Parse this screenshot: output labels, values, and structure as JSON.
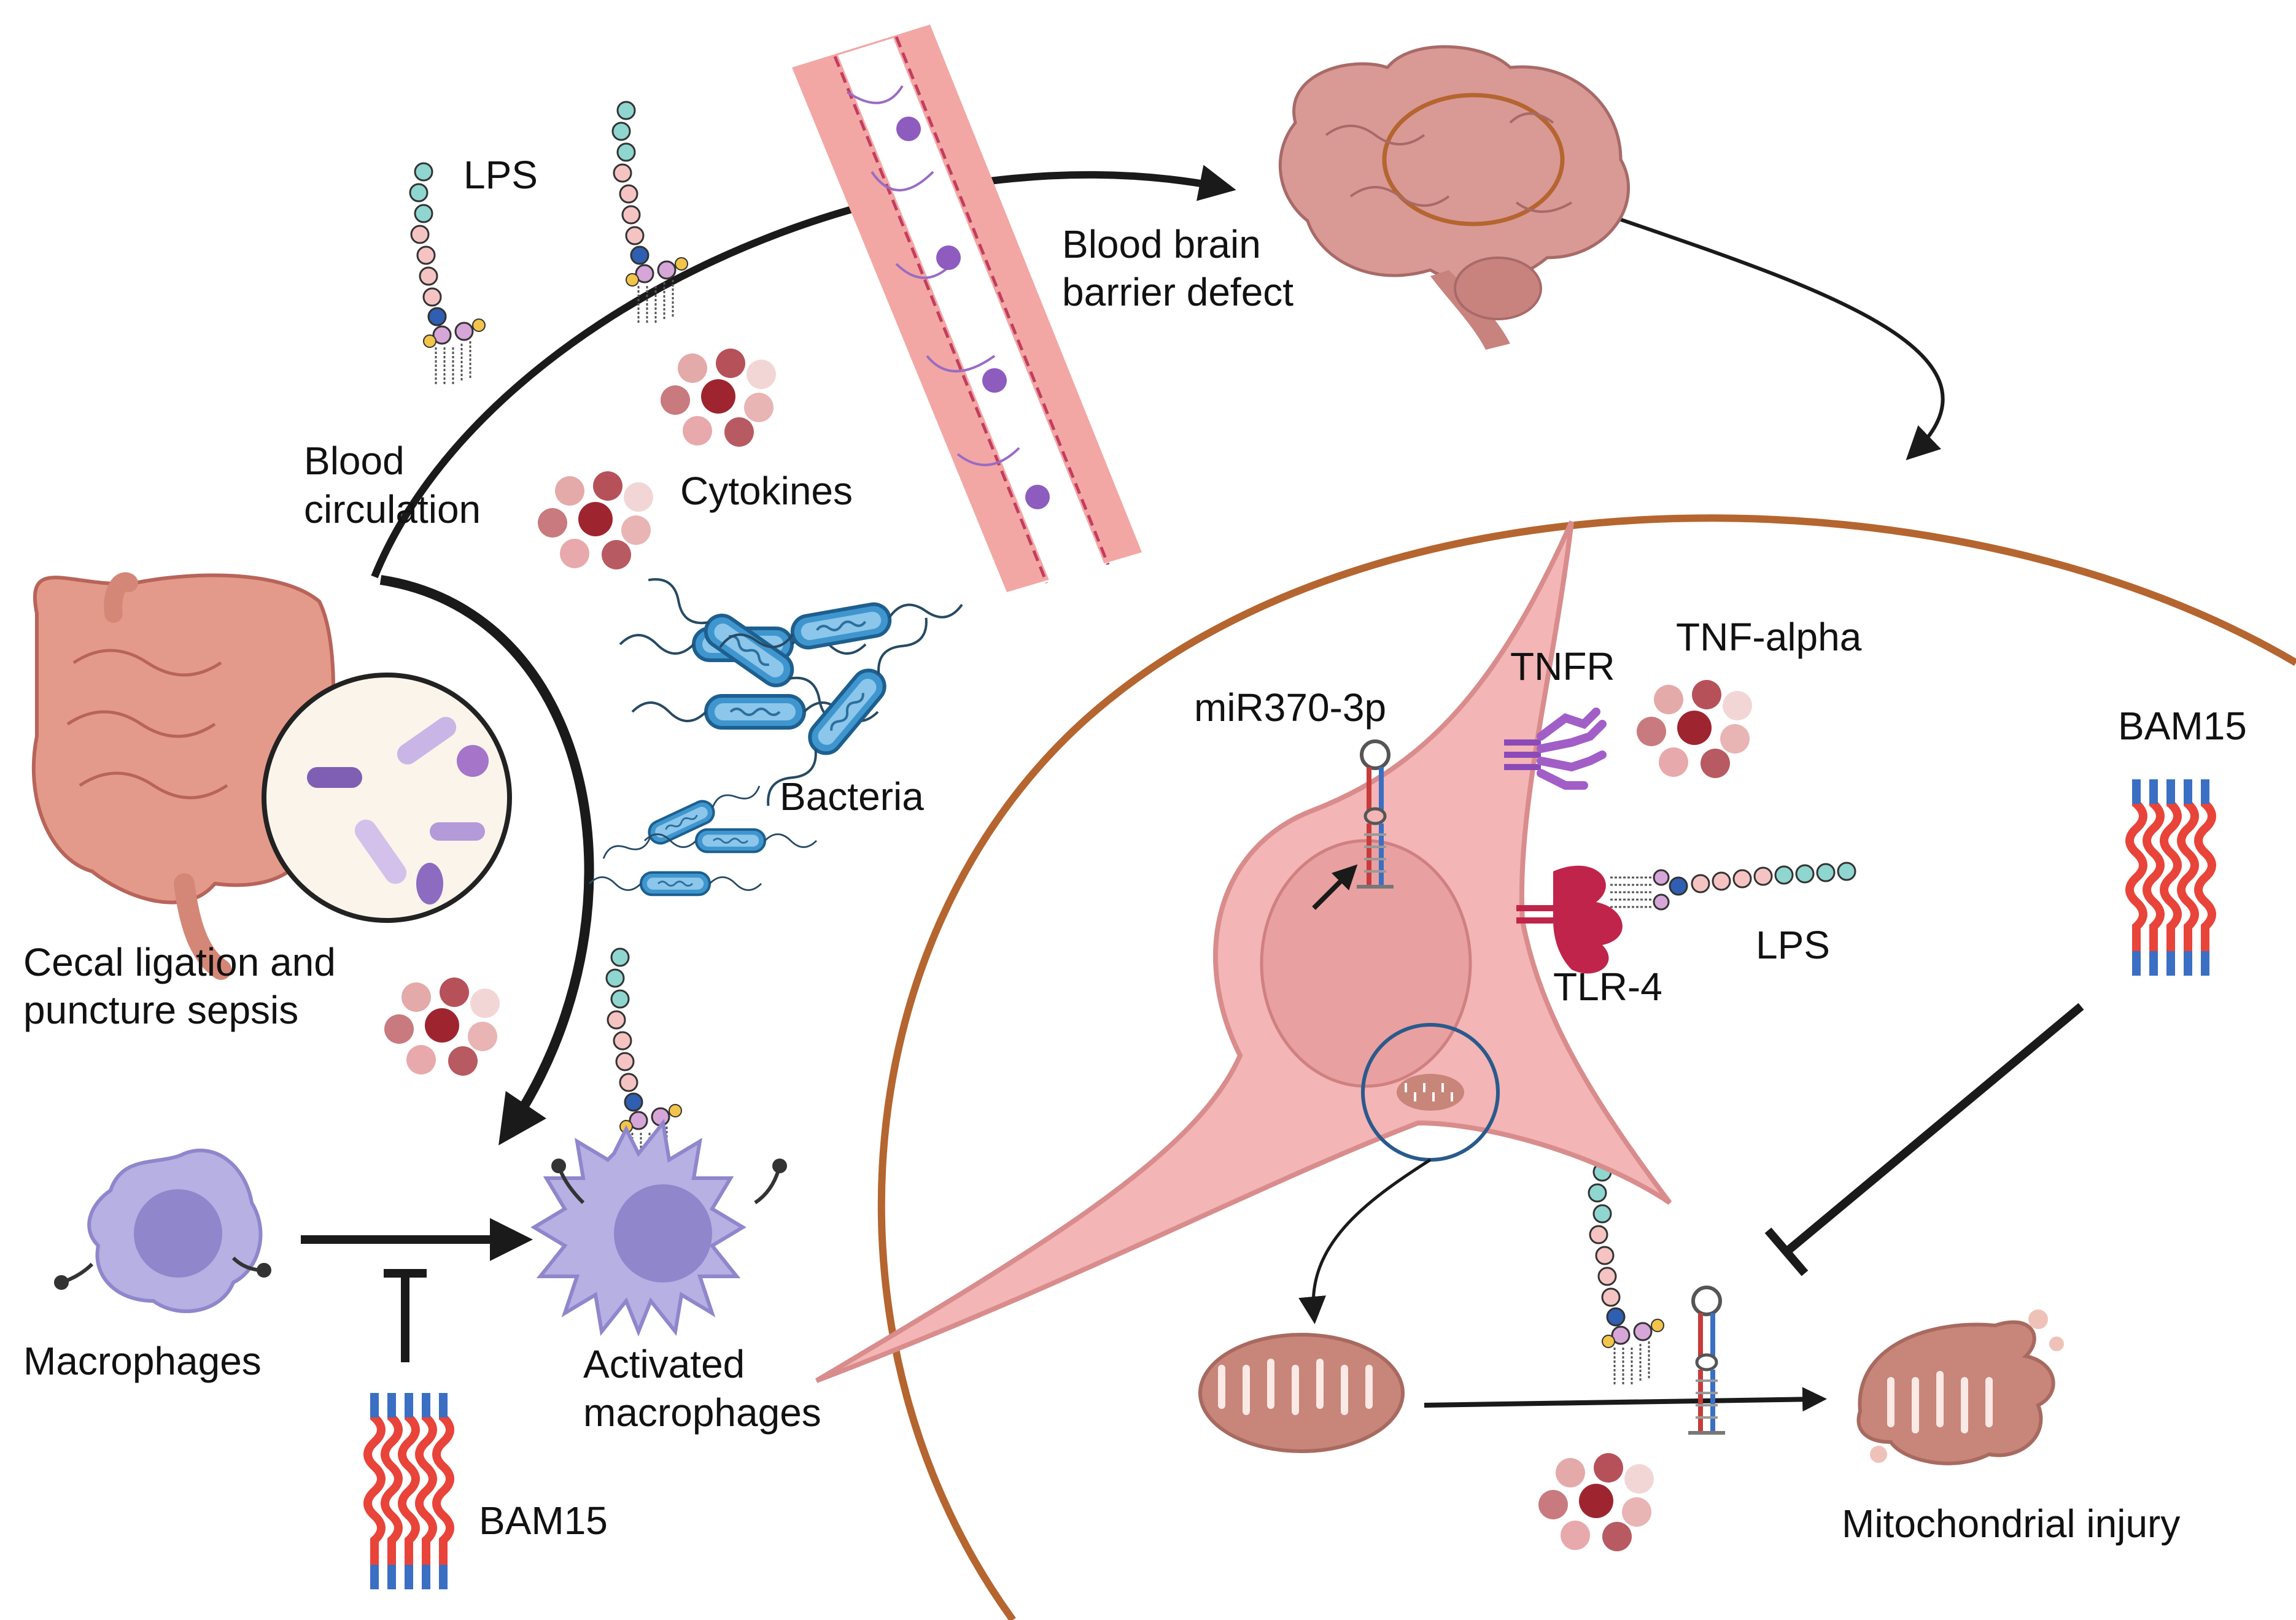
{
  "labels": {
    "lps_top": "LPS",
    "bbb_line1": "Blood brain",
    "bbb_line2": "barrier defect",
    "blood_line1": "Blood",
    "blood_line2": "circulation",
    "cytokines": "Cytokines",
    "bacteria": "Bacteria",
    "clp_line1": "Cecal ligation and",
    "clp_line2": "puncture sepsis",
    "macrophages": "Macrophages",
    "activated_line1": "Activated",
    "activated_line2": "macrophages",
    "bam15_left": "BAM15",
    "tnfr": "TNFR",
    "tnf_alpha": "TNF-alpha",
    "mirna": "miR370-3p",
    "tlr4": "TLR-4",
    "lps_right": "LPS",
    "bam15_right": "BAM15",
    "mito_injury": "Mitochondrial injury"
  },
  "colors": {
    "ring": "#b5652f",
    "cell_fill": "#f3b5b5",
    "cell_stroke": "#d98c8c",
    "nucleus": "#e9a0a0",
    "macrophage": "#b6b0e3",
    "macrophage_core": "#8f86cc",
    "bacteria": "#3f96cf",
    "bam15_red": "#e8443a",
    "bam15_blue": "#3a6fc4",
    "brain": "#d99a96",
    "intestine": "#e49a8a",
    "vessel_wall": "#f2a7a4",
    "neuron": "#9a6bc4",
    "arrow": "#1a1a1a"
  },
  "icons": [
    "brain-icon",
    "intestine-icon",
    "microbe-magnifier-icon",
    "macrophage-icon",
    "activated-macrophage-icon",
    "bacteria-icon",
    "lps-molecule-icon",
    "cytokine-cluster-icon",
    "bam15-icon",
    "mirna-hairpin-icon",
    "tnfr-receptor-icon",
    "tlr4-receptor-icon",
    "mitochondrion-icon",
    "damaged-mitochondrion-icon"
  ]
}
